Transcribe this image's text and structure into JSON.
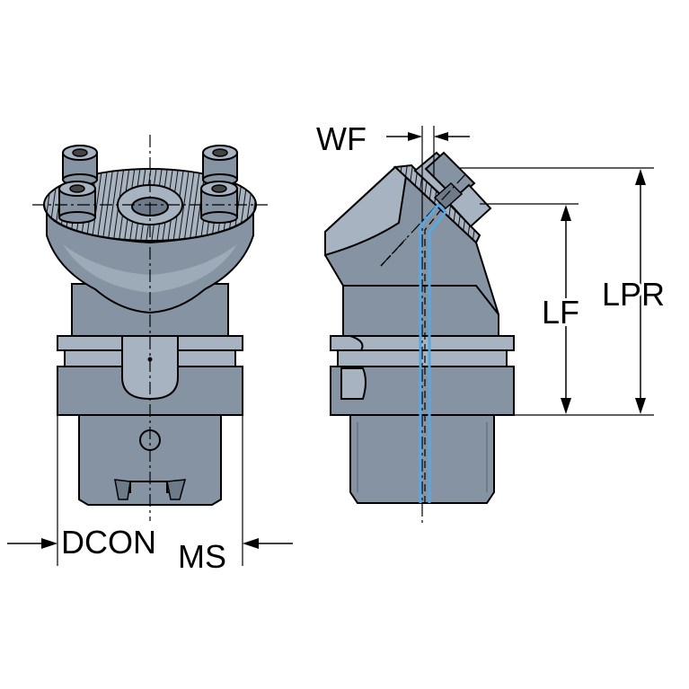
{
  "labels": {
    "dcon": "DCON",
    "dcon_sub": "MS",
    "wf": "WF",
    "lf": "LF",
    "lpr": "LPR"
  },
  "colors": {
    "body": "#8593a3",
    "body_light": "#a7b3c0",
    "body_dark": "#6d7a89",
    "outline": "#000000",
    "coolant": "#5aa8e0"
  }
}
